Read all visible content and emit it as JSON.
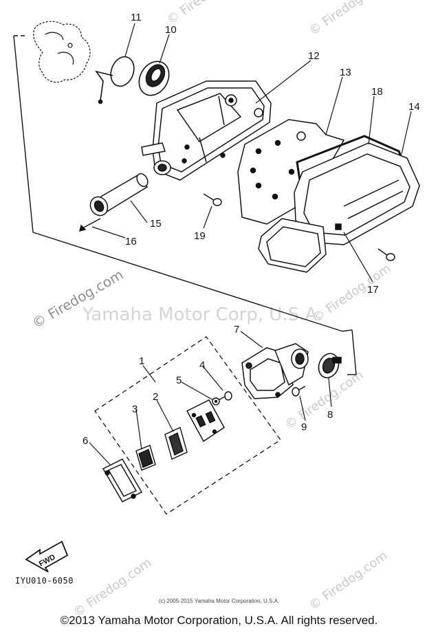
{
  "diagram": {
    "callouts": [
      "1",
      "2",
      "3",
      "4",
      "5",
      "6",
      "7",
      "8",
      "9",
      "10",
      "11",
      "12",
      "13",
      "14",
      "15",
      "16",
      "17",
      "18",
      "19"
    ],
    "fwd_label": "FWD",
    "part_code": "IYU010-6050"
  },
  "watermarks": {
    "site": "© Firedog.com",
    "center": "Yamaha Motor Corp, U.S.A."
  },
  "copyright": {
    "small": "(c) 2005-2015 Yamaha Motor Corporation, U.S.A.",
    "main": "©2013 Yamaha Motor Corporation, U.S.A. All rights reserved."
  }
}
